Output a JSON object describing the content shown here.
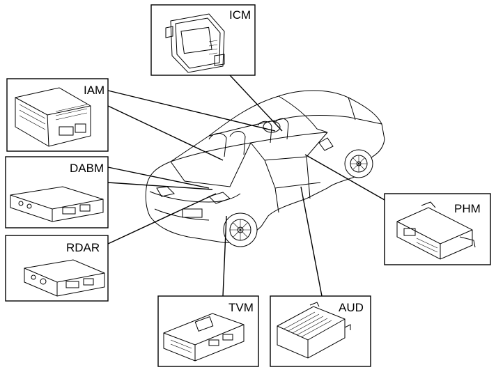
{
  "modules": [
    {
      "id": "icm",
      "label": "ICM"
    },
    {
      "id": "iam",
      "label": "IAM"
    },
    {
      "id": "dabm",
      "label": "DABM"
    },
    {
      "id": "rdar",
      "label": "RDAR"
    },
    {
      "id": "tvm",
      "label": "TVM"
    },
    {
      "id": "aud",
      "label": "AUD"
    },
    {
      "id": "phm",
      "label": "PHM"
    }
  ]
}
